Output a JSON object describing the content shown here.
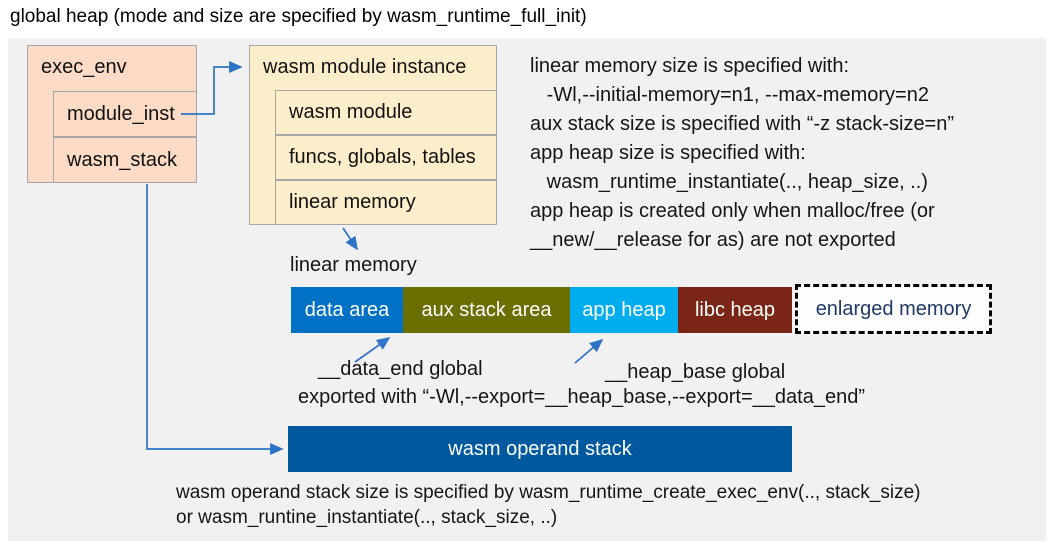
{
  "title": "global heap (mode and size are specified by wasm_runtime_full_init)",
  "exec_env": {
    "header": "exec_env",
    "rows": [
      "module_inst",
      "wasm_stack"
    ]
  },
  "module_instance": {
    "header": "wasm module instance",
    "rows": [
      "wasm module",
      "funcs, globals, tables",
      "linear memory"
    ]
  },
  "notes_right": {
    "line1": "linear memory size is specified with:",
    "line2": "   -Wl,--initial-memory=n1, --max-memory=n2",
    "line3": "aux stack size is specified with “-z stack-size=n”",
    "line4": "app heap size is specified with:",
    "line5": "   wasm_runtime_instantiate(.., heap_size, ..)",
    "line6": "app heap is created only when malloc/free (or",
    "line7": "__new/__release for as) are not exported"
  },
  "linear_memory": {
    "label": "linear memory",
    "segments": [
      {
        "label": "data area"
      },
      {
        "label": "aux stack area"
      },
      {
        "label": "app heap"
      },
      {
        "label": "libc heap"
      }
    ],
    "enlarged_label": "enlarged memory"
  },
  "annotations": {
    "data_end": "__data_end global",
    "heap_base": "__heap_base global",
    "exported": "exported with “-Wl,--export=__heap_base,--export=__data_end”"
  },
  "operand_stack": {
    "label": "wasm operand stack"
  },
  "notes_bottom": {
    "line1": "wasm operand stack size is specified by wasm_runtime_create_exec_env(.., stack_size)",
    "line2": "or wasm_runtine_instantiate(.., stack_size, ..)"
  },
  "colors": {
    "panel": "#f1f1f2",
    "struct_box": "#fbdac6",
    "instance_box": "#fdeecb",
    "data_area": "#0071c5",
    "aux_stack": "#6b6e00",
    "app_heap": "#00aeef",
    "libc_heap": "#7b2517",
    "operand_stack": "#00599e",
    "enlarged_text": "#1f3a68",
    "arrow": "#2e74c6"
  }
}
